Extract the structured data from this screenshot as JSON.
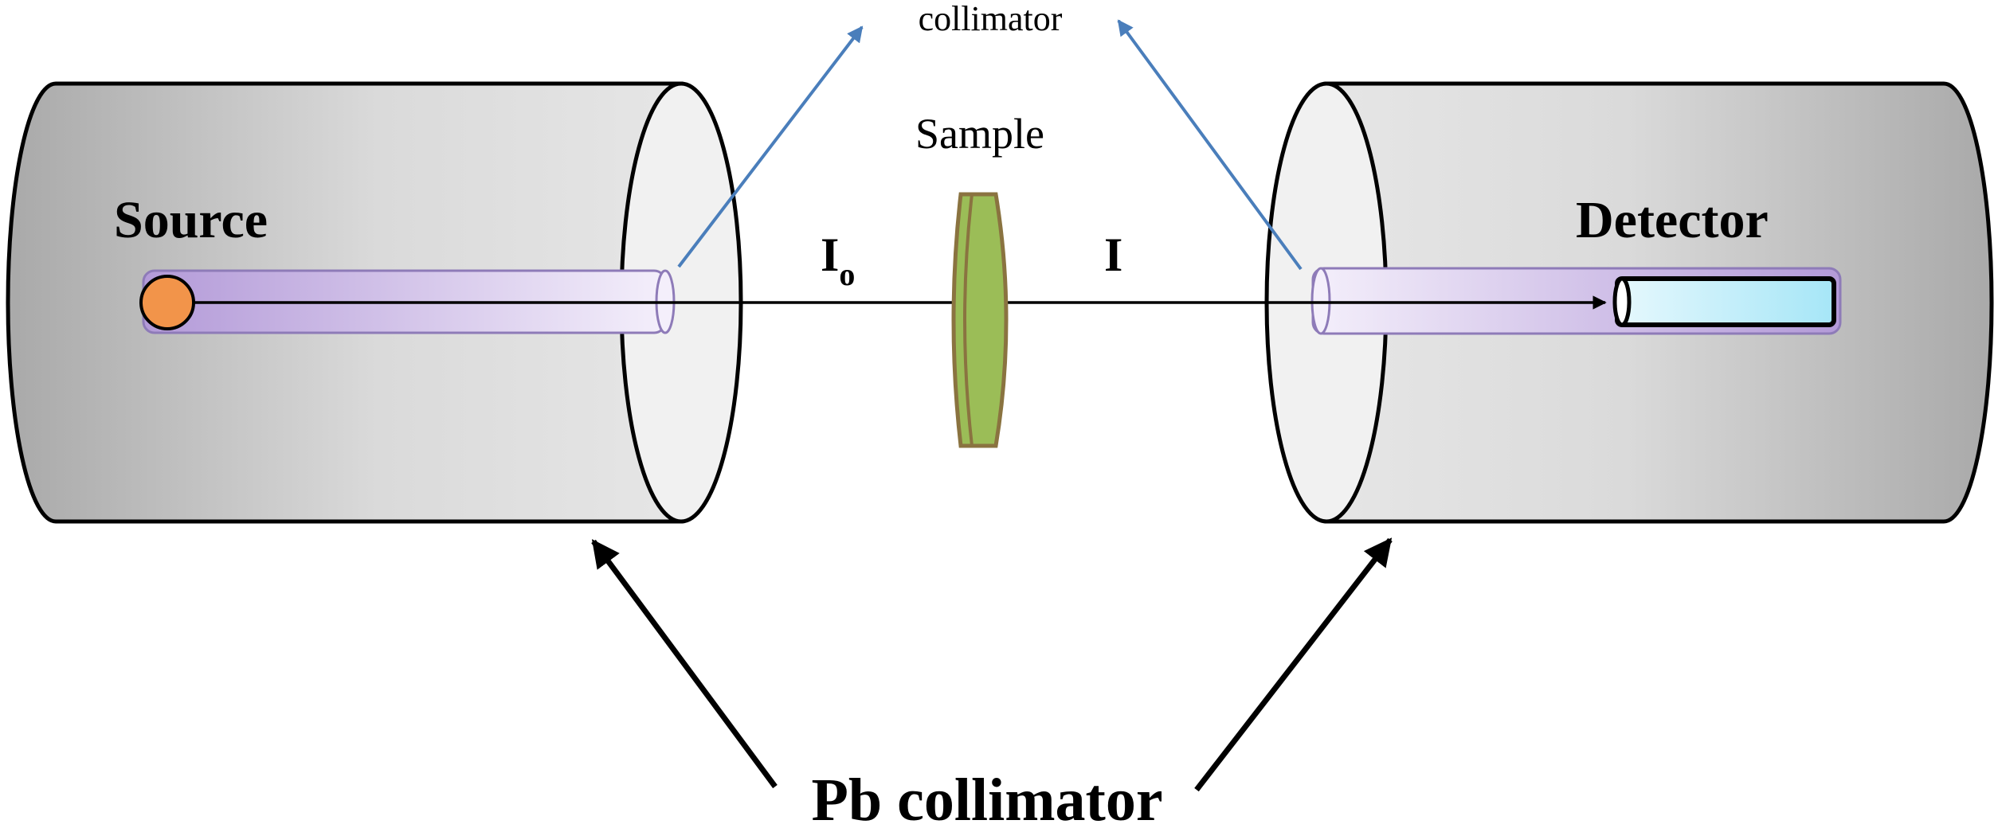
{
  "labels": {
    "collimator": "collimator",
    "sample": "Sample",
    "source": "Source",
    "detector": "Detector",
    "incident_intensity": "I",
    "incident_subscript": "o",
    "transmitted_intensity": "I",
    "pb_collimator": "Pb collimator"
  },
  "colors": {
    "cylinder_stroke": "#000000",
    "cylinder_fill_dark": "#b4b4b4",
    "cylinder_fill_light": "#e2e2e2",
    "cylinder_face": "#f1f1f1",
    "tube_purple": "#b9a3dc",
    "tube_light": "#f1ebfa",
    "tube_stroke": "#8e7bb8",
    "source_dot": "#f2944a",
    "sample_green": "#9bbd57",
    "sample_stroke": "#8a7340",
    "detector_cyan": "#aee9f8",
    "pointer_blue": "#4a7ebb",
    "beam_black": "#000000"
  },
  "icons": {
    "source": "radiation-source-icon",
    "detector": "detector-crystal-icon"
  }
}
